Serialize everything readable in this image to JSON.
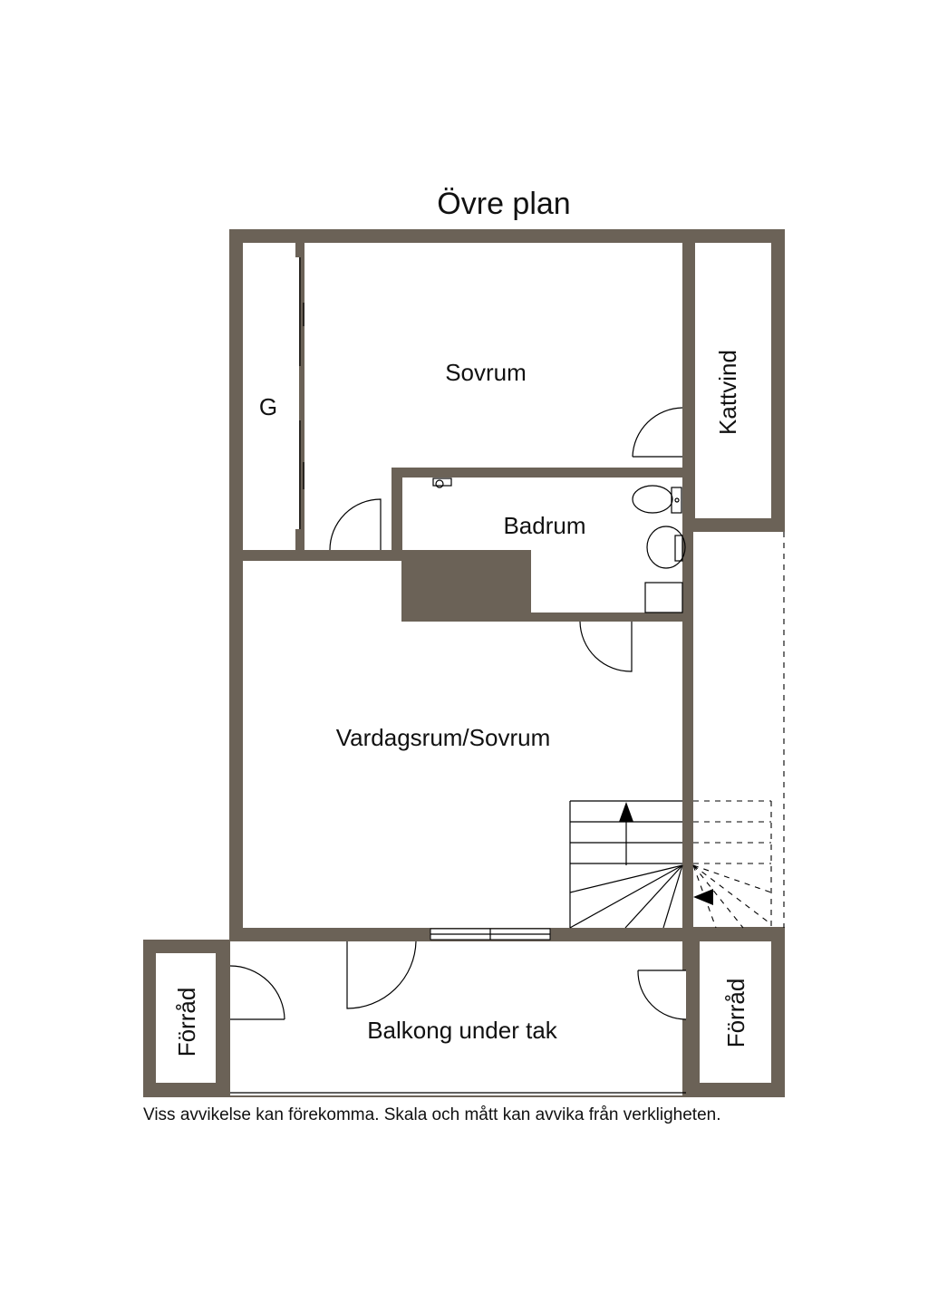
{
  "title": "Övre plan",
  "rooms": {
    "sovrum": "Sovrum",
    "garderob": "G",
    "kattvind": "Kattvind",
    "badrum": "Badrum",
    "vardagsrum": "Vardagsrum/Sovrum",
    "balkong": "Balkong under tak",
    "forrad_left": "Förråd",
    "forrad_right": "Förråd"
  },
  "disclaimer": "Viss avvikelse kan förekomma. Skala och mått kan avvika från verkligheten.",
  "colors": {
    "wall": "#6b6257",
    "background": "#ffffff",
    "line": "#000000"
  }
}
